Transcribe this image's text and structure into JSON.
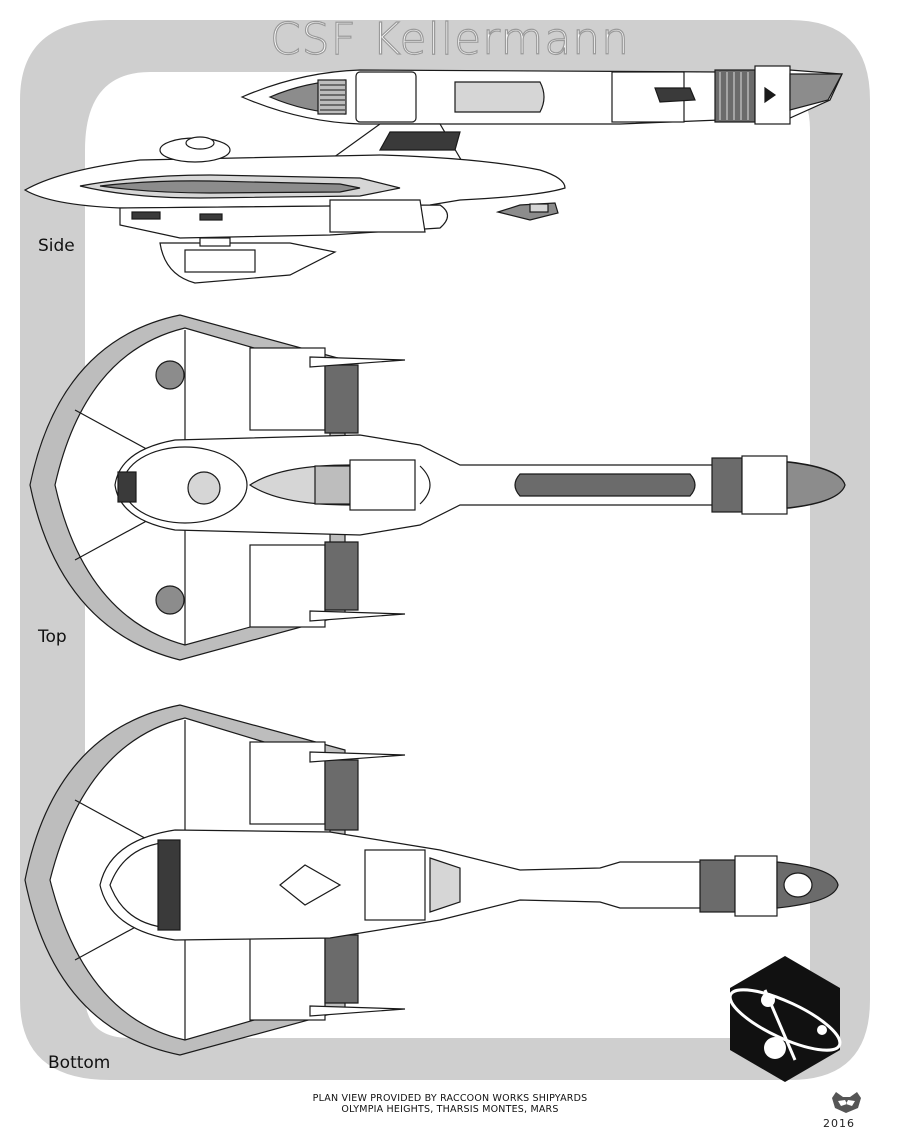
{
  "sheet": {
    "title": "CSF Kellermann",
    "views": {
      "side": "Side",
      "top": "Top",
      "bottom": "Bottom"
    },
    "credits": {
      "line1": "PLAN VIEW PROVIDED BY RACCOON WORKS SHIPYARDS",
      "line2": "OLYMPIA HEIGHTS, THARSIS MONTES, MARS"
    },
    "year": "2016",
    "frame_color": "#cfcfcf",
    "hull_fill": "#ffffff",
    "line_color": "#1a1a1a",
    "dark_panel": "#3a3a3a",
    "mid_gray": "#8c8c8c"
  },
  "icons": {
    "emblem": "hexagon-atom-emblem",
    "maker_mark": "raccoon-face-icon"
  }
}
